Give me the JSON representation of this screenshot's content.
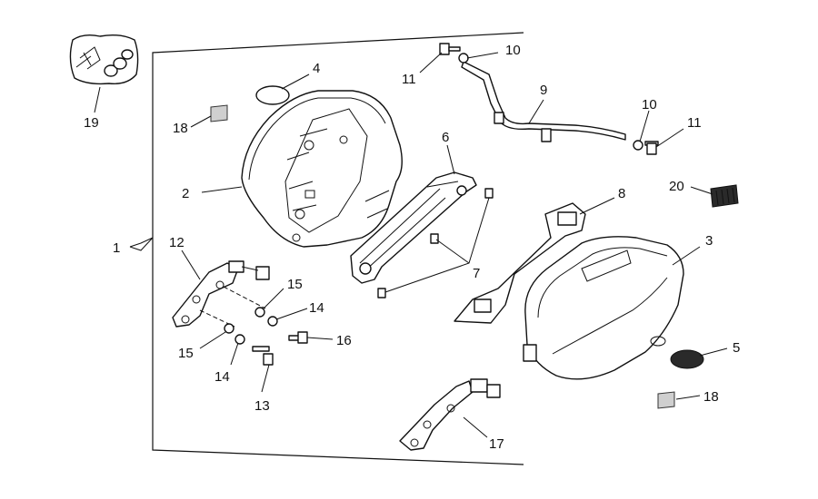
{
  "callouts": {
    "c1": "1",
    "c2": "2",
    "c3": "3",
    "c4": "4",
    "c5": "5",
    "c6": "6",
    "c7": "7",
    "c8": "8",
    "c9": "9",
    "c10a": "10",
    "c10b": "10",
    "c11a": "11",
    "c11b": "11",
    "c12": "12",
    "c13": "13",
    "c14a": "14",
    "c14b": "14",
    "c15a": "15",
    "c15b": "15",
    "c16": "16",
    "c17": "17",
    "c18a": "18",
    "c18b": "18",
    "c19": "19",
    "c20": "20"
  },
  "colors": {
    "line": "#111111",
    "background": "#ffffff",
    "label-grey": "#cfcfcf"
  }
}
